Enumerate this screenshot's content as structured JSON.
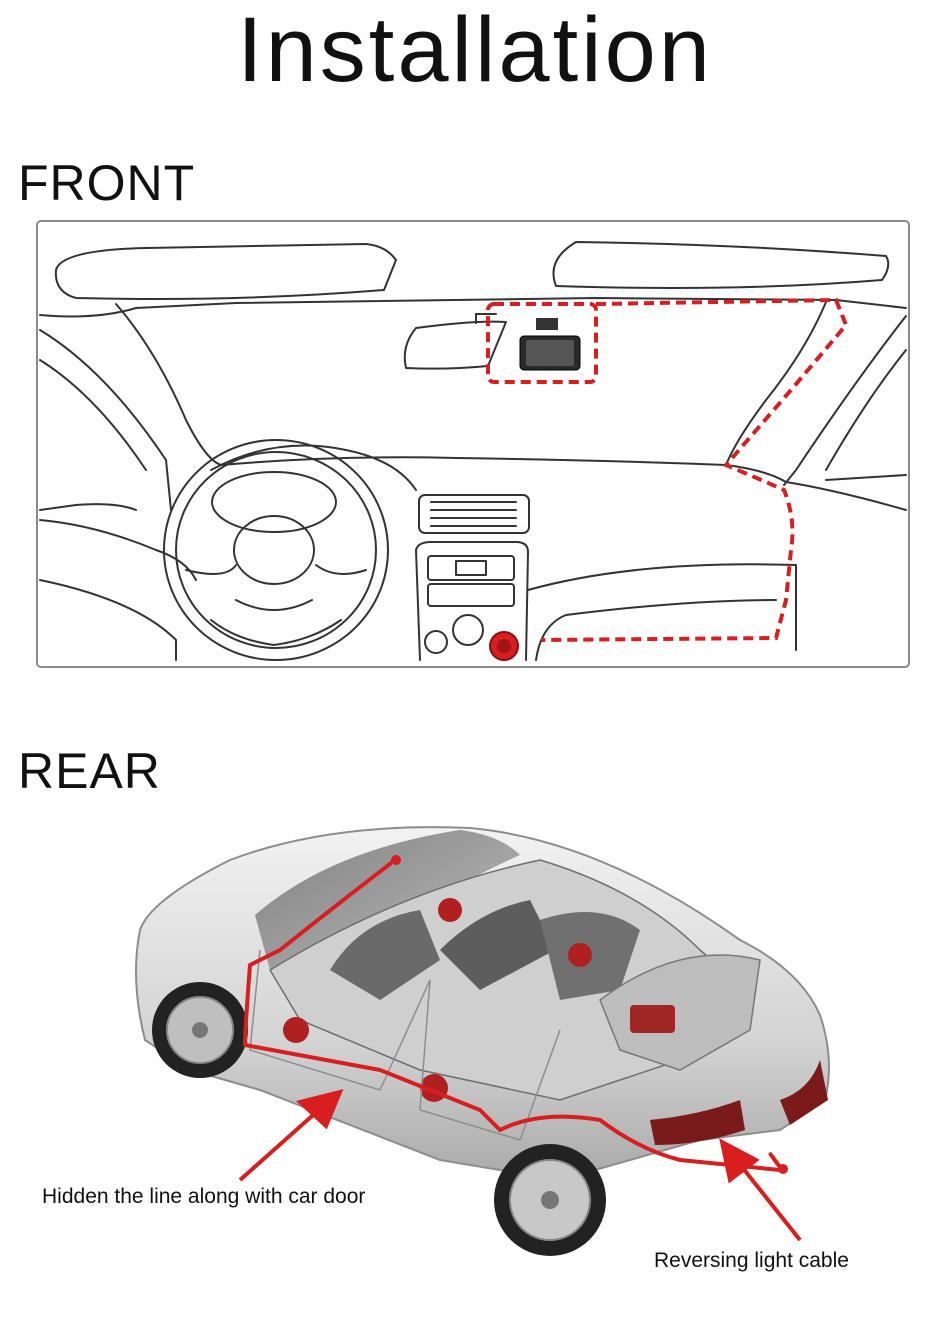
{
  "title": "Installation",
  "sections": {
    "front": {
      "label": "FRONT"
    },
    "rear": {
      "label": "REAR"
    }
  },
  "annotations": {
    "door_line": "Hidden the line along with car door",
    "reversing_cable": "Reversing light cable"
  },
  "colors": {
    "accent_red": "#d81e1e",
    "line_gray": "#333333",
    "car_body": "#d9d9d9"
  },
  "icons": {
    "dash_cam": "dash-cam-icon",
    "power_socket": "power-socket-icon"
  }
}
